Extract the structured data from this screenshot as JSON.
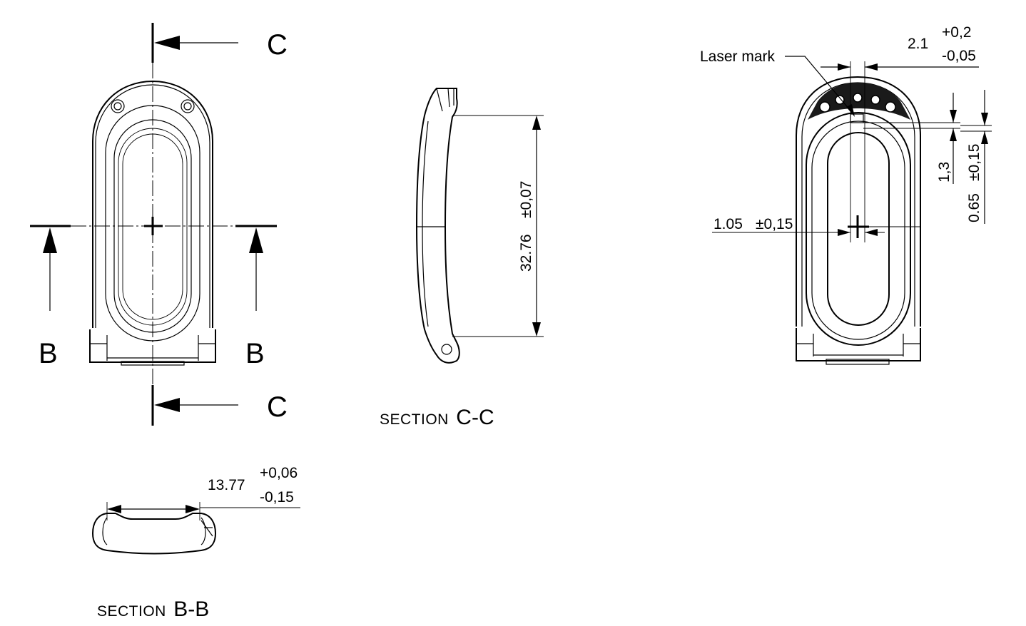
{
  "front_view": {
    "section_letter_c": "C",
    "section_letter_b": "B"
  },
  "section_cc": {
    "caption_prefix": "SECTION",
    "caption_name": "C-C",
    "height_value": "32.76",
    "height_tol": "±0,07"
  },
  "section_bb": {
    "caption_prefix": "SECTION",
    "caption_name": "B-B",
    "width_value": "13.77",
    "width_tol_upper": "+0,06",
    "width_tol_lower": "-0,15"
  },
  "detail_view": {
    "laser_mark_label": "Laser mark",
    "mark_width_value": "2.1",
    "mark_width_tol_upper": "+0,2",
    "mark_width_tol_lower": "-0,05",
    "offset_value": "1.05",
    "offset_tol": "±0,15",
    "depth_value": "1,3",
    "height_value": "0.65",
    "height_tol": "±0,15"
  }
}
